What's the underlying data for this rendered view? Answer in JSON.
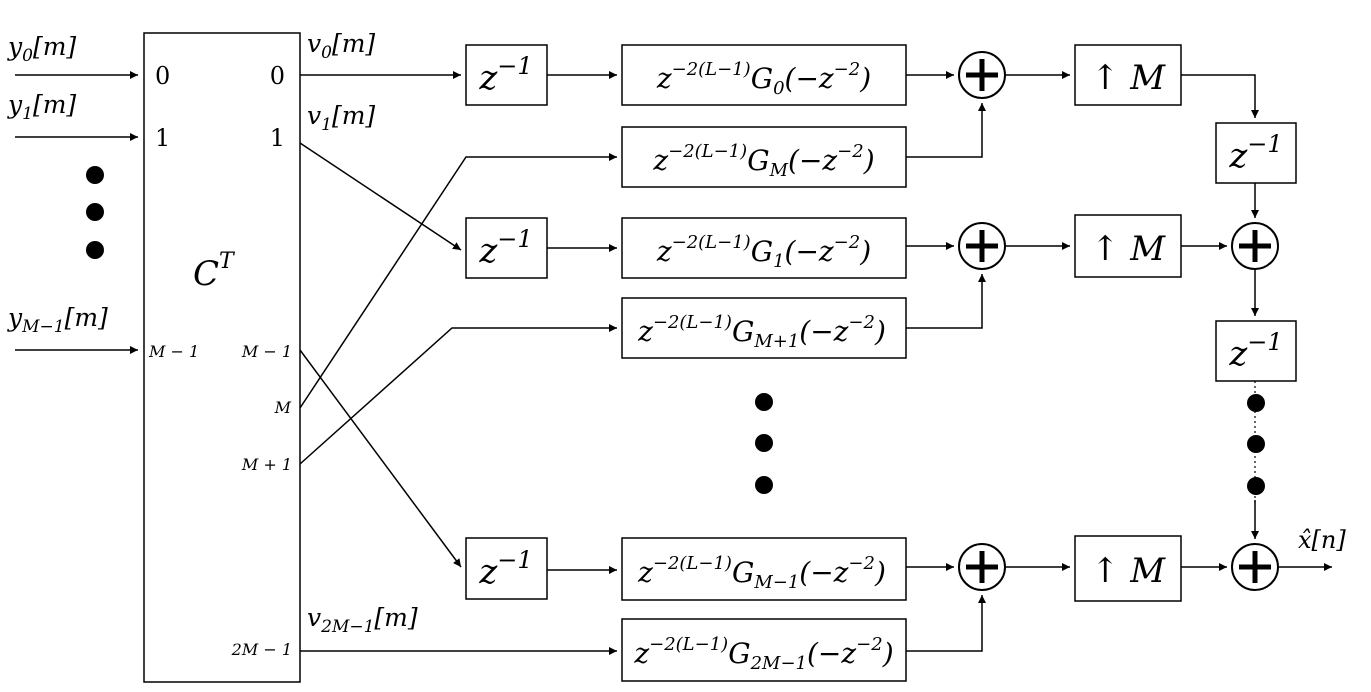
{
  "inputs": {
    "y0": {
      "var": "y",
      "sub": "0",
      "arg": "[m]"
    },
    "y1": {
      "var": "y",
      "sub": "1",
      "arg": "[m]"
    },
    "yM1": {
      "var": "y",
      "sub": "M−1",
      "arg": "[m]"
    }
  },
  "matrix": {
    "label_base": "C",
    "label_sup": "T"
  },
  "ports_in": {
    "p0": "0",
    "p1": "1",
    "pM1": "M − 1"
  },
  "ports_out": {
    "p0": "0",
    "p1": "1",
    "pM1": "M − 1",
    "pM": "M",
    "pMp1": "M + 1",
    "p2M1": "2M − 1"
  },
  "signals": {
    "v0": {
      "var": "v",
      "sub": "0",
      "arg": "[m]"
    },
    "v1": {
      "var": "v",
      "sub": "1",
      "arg": "[m]"
    },
    "v2M1": {
      "var": "v",
      "sub": "2M−1",
      "arg": "[m]"
    }
  },
  "delay": {
    "base": "z",
    "exp": "−1"
  },
  "filters": {
    "prefix_base": "z",
    "prefix_exp": "−2(L−1)",
    "g": "G",
    "arg_open": "(−z",
    "arg_exp": "−2",
    "arg_close": ")",
    "subs": {
      "g0": "0",
      "gM": "M",
      "g1": "1",
      "gMp1": "M+1",
      "gMm1": "M−1",
      "g2Mm1": "2M−1"
    }
  },
  "upsampler": {
    "label": "↑ M"
  },
  "output": {
    "label": "x̂[n]"
  }
}
